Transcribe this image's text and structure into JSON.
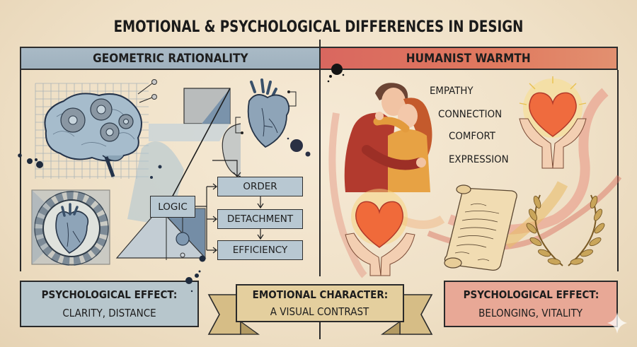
{
  "title": "EMOTIONAL & PSYCHOLOGICAL DIFFERENCES IN DESIGN",
  "colors": {
    "background": "#f2e6d0",
    "geometric_header": "#a3b4c1",
    "humanist_header": "#de7060",
    "geometric_box": "#b7c6cc",
    "humanist_box": "#e8a896",
    "ribbon": "#e4cf9e",
    "ink": "#1c1c1c"
  },
  "left_panel": {
    "header": "GEOMETRIC RATIONALITY",
    "illustrations": [
      "brain-with-gears-icon",
      "anatomical-heart-icon",
      "heart-in-gear-icon",
      "geometric-shapes"
    ],
    "flowchart": {
      "source": "LOGIC",
      "targets": [
        "ORDER",
        "DETACHMENT",
        "EFFICIENCY"
      ]
    },
    "effect": {
      "label": "PSYCHOLOGICAL EFFECT:",
      "value": "CLARITY,  DISTANCE"
    }
  },
  "right_panel": {
    "header": "HUMANIST WARMTH",
    "illustrations": [
      "embracing-couple",
      "heart-in-hands-icon",
      "handwritten-scroll-icon",
      "laurel-wreath-icon",
      "warm-swirls"
    ],
    "words": [
      "EMPATHY",
      "CONNECTION",
      "COMFORT",
      "EXPRESSION"
    ],
    "effect": {
      "label": "PSYCHOLOGICAL EFFECT:",
      "value": "BELONGING, VITALITY"
    }
  },
  "center_banner": {
    "label": "EMOTIONAL CHARACTER:",
    "value": "A VISUAL CONTRAST"
  }
}
